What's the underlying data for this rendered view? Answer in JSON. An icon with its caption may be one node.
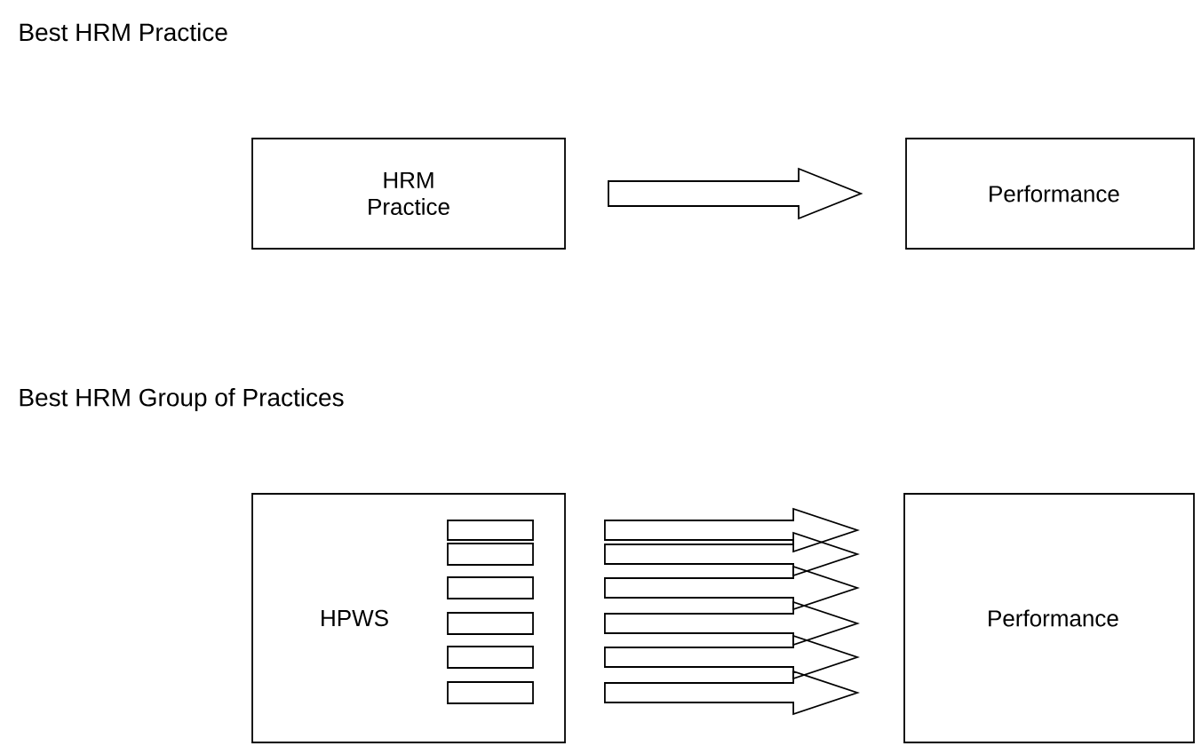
{
  "diagram": {
    "nodes": [
      {
        "text": [
          "HRM Practice"
        ]
      },
      {
        "text": [
          "Performance"
        ]
      },
      {
        "text": [
          "HPWS"
        ]
      },
      {
        "text": [],
        "shape": "bar",
        "in": 2
      },
      {
        "text": [],
        "shape": "bar",
        "in": 2
      },
      {
        "text": [],
        "shape": "bar",
        "in": 2
      },
      {
        "text": [],
        "shape": "bar",
        "in": 2
      },
      {
        "text": [],
        "shape": "bar",
        "in": 2
      },
      {
        "text": [],
        "shape": "bar",
        "in": 2
      },
      {
        "text": [
          "Performance"
        ]
      }
    ],
    "edges": [
      {
        "from": 0,
        "to": 1,
        "arrow": "to"
      },
      {
        "from": 3,
        "to": 9,
        "arrow": "to"
      },
      {
        "from": 4,
        "to": 9,
        "arrow": "to"
      },
      {
        "from": 5,
        "to": 9,
        "arrow": "to"
      },
      {
        "from": 6,
        "to": 9,
        "arrow": "to"
      },
      {
        "from": 7,
        "to": 9,
        "arrow": "to"
      },
      {
        "from": 8,
        "to": 9,
        "arrow": "to"
      }
    ],
    "labels": [
      "Best HRM Practice",
      "Best HRM Group of Practices"
    ]
  }
}
